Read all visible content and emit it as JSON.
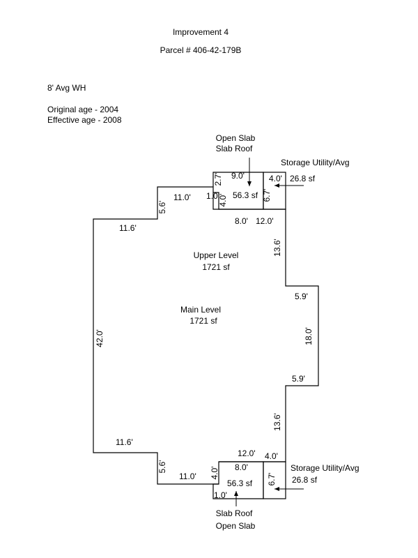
{
  "header": {
    "title": "Improvement 4",
    "parcel": "Parcel # 406-42-179B"
  },
  "info": {
    "wall_height": "8' Avg WH",
    "original_age": "Original age - 2004",
    "effective_age": "Effective age - 2008"
  },
  "areas": {
    "upper_level_name": "Upper Level",
    "upper_level_area": "1721 sf",
    "main_level_name": "Main Level",
    "main_level_area": "1721 sf",
    "top_patio_label_1": "Open Slab",
    "top_patio_label_2": "Slab Roof",
    "top_patio_area": "56.3 sf",
    "top_storage_label": "Storage Utility/Avg",
    "top_storage_area": "26.8 sf",
    "bottom_patio_label_1": "Slab Roof",
    "bottom_patio_label_2": "Open Slab",
    "bottom_patio_area": "56.3 sf",
    "bottom_storage_label": "Storage Utility/Avg",
    "bottom_storage_area": "26.8 sf"
  },
  "dimensions": {
    "left_side": "42.0'",
    "top_left_width": "11.6'",
    "top_step": "5.6'",
    "top_step_width": "11.0'",
    "top_patio_jog": "1.0",
    "top_patio_depth": "4.0'",
    "top_patio_small": "2.7'",
    "top_patio_width": "9.0'",
    "top_storage_width": "4.0'",
    "top_storage_depth": "6.7'",
    "top_inner_width": "8.0'",
    "top_right_width": "12.0'",
    "right_upper": "13.6'",
    "right_bump_top": "5.9'",
    "right_bump": "18.0'",
    "right_bump_bottom": "5.9'",
    "right_lower": "13.6'",
    "bottom_right_width": "12.0'",
    "bottom_storage_width": "4.0'",
    "bottom_storage_depth": "6.7'",
    "bottom_inner_width": "8.0'",
    "bottom_patio_depth": "4.0'",
    "bottom_patio_jog": "1.0'",
    "bottom_left_width": "11.6'",
    "bottom_step": "5.6'",
    "bottom_step_width": "11.0'"
  }
}
